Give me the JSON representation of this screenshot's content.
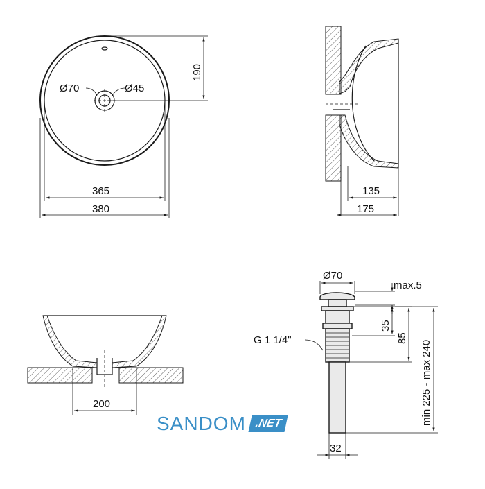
{
  "dimensions": {
    "top_view_d70": "Ø70",
    "top_view_d45": "Ø45",
    "top_view_190": "190",
    "top_view_365": "365",
    "top_view_380": "380",
    "side_view_135": "135",
    "side_view_175": "175",
    "front_view_200": "200",
    "drain_d70": "Ø70",
    "drain_max5": "max.5",
    "drain_35": "35",
    "drain_85": "85",
    "drain_thread": "G 1 1/4\"",
    "drain_height_range": "min 225 - max 240",
    "drain_32": "32"
  },
  "watermark": {
    "brand": "SANDOM",
    "tld": ".NET"
  },
  "colors": {
    "line": "#1a1a1a",
    "brand": "#3a8fc7"
  }
}
